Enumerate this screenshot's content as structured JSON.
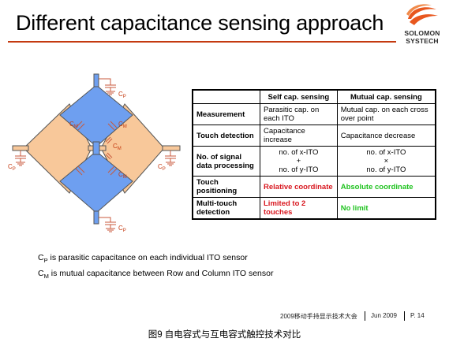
{
  "slide": {
    "title": "Different capacitance sensing approach",
    "logo": {
      "line1": "SOLOMON",
      "line2": "SYSTECH"
    }
  },
  "diagram": {
    "labels": {
      "cp": "C",
      "cp_sub": "P",
      "cm": "C",
      "cm_sub": "M"
    },
    "colors": {
      "x_sensor": "#f8c89a",
      "y_sensor": "#6e9ff0",
      "capacitor": "#c85a3c",
      "outline": "#4a4a4a"
    }
  },
  "table": {
    "headers": [
      "",
      "Self cap. sensing",
      "Mutual cap. sensing"
    ],
    "rows": [
      {
        "label": "Measurement",
        "self": "Parasitic cap. on each ITO",
        "mutual": "Mutual cap. on each cross over point"
      },
      {
        "label": "Touch detection",
        "self": "Capacitance increase",
        "mutual": "Capacitance decrease"
      },
      {
        "label": "No. of signal data processing",
        "self": [
          "no. of x-ITO",
          "+",
          "no. of y-ITO"
        ],
        "mutual": [
          "no. of x-ITO",
          "×",
          "no. of y-ITO"
        ]
      },
      {
        "label": "Touch positioning",
        "self": "Relative coordinate",
        "mutual": "Absolute coordinate"
      },
      {
        "label": "Multi-touch detection",
        "self": "Limited to 2 touches",
        "mutual": "No limit"
      }
    ],
    "colors": {
      "self_highlight": "#d8171f",
      "mutual_highlight": "#1ec21e"
    }
  },
  "notes": [
    {
      "symbol": "C",
      "sub": "P",
      "text": " is parasitic capacitance on each individual ITO sensor"
    },
    {
      "symbol": "C",
      "sub": "M",
      "text": " is mutual capacitance between Row and Column ITO sensor"
    }
  ],
  "footer": {
    "event": "2009移动手持显示技术大会",
    "date": "Jun 2009",
    "page": "P. 14"
  },
  "caption": "图9 自电容式与互电容式触控技术对比"
}
